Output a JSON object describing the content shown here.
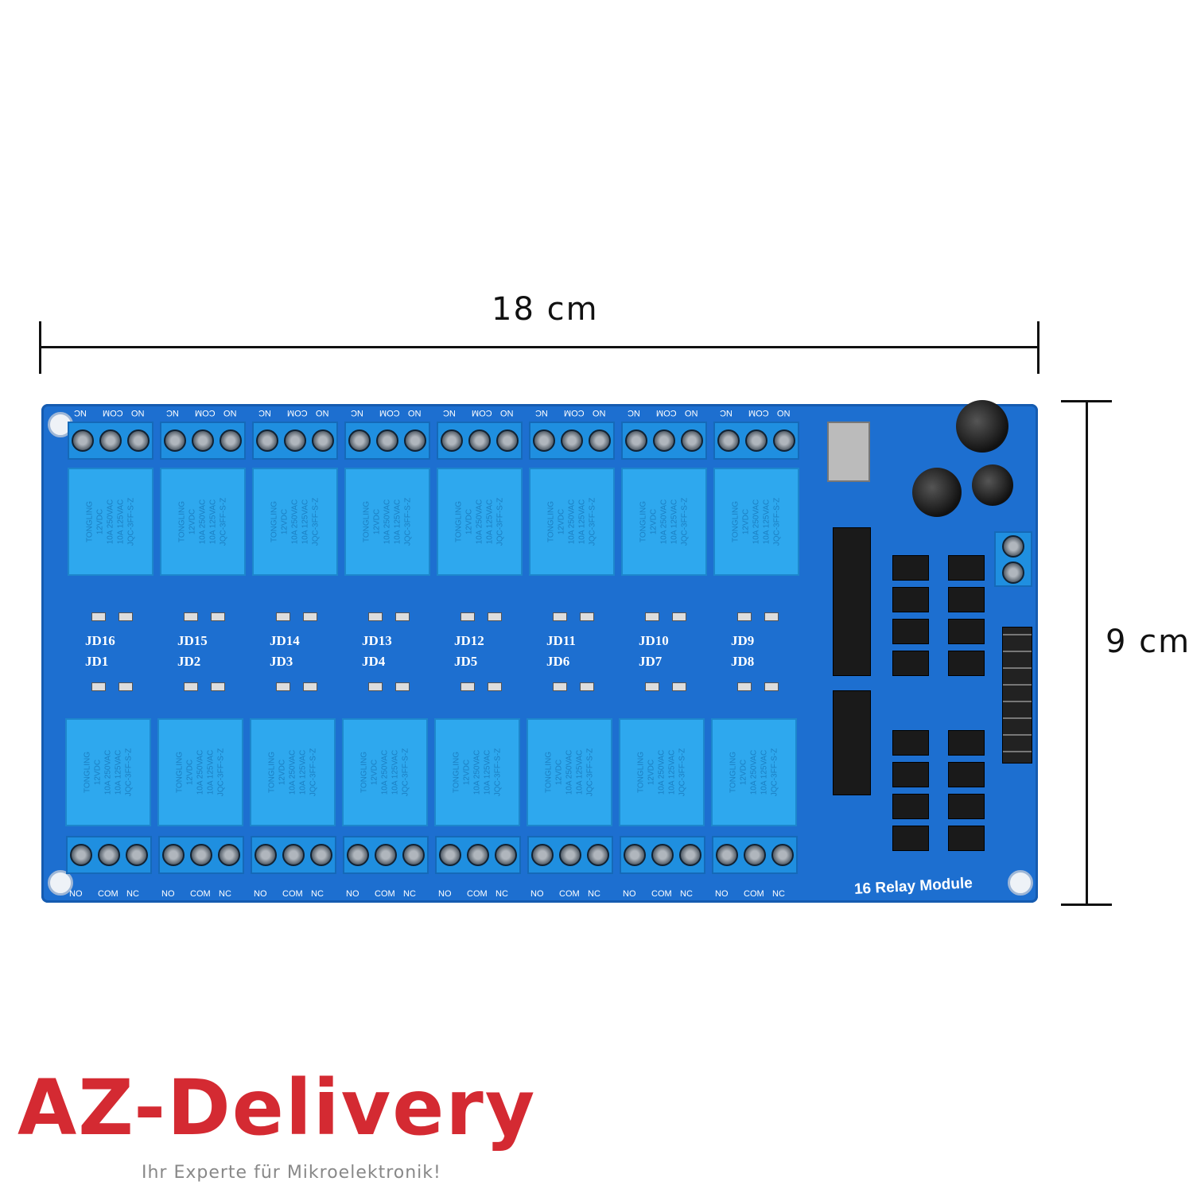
{
  "dimensions": {
    "width_label": "18 cm",
    "height_label": "9 cm"
  },
  "board": {
    "title": "16 Relay Module",
    "top_relays": [
      "JD16",
      "JD15",
      "JD14",
      "JD13",
      "JD12",
      "JD11",
      "JD10",
      "JD9"
    ],
    "bottom_relays": [
      "JD1",
      "JD2",
      "JD3",
      "JD4",
      "JD5",
      "JD6",
      "JD7",
      "JD8"
    ],
    "top_terminal_labels": [
      "NC",
      "COM",
      "NO"
    ],
    "bottom_terminal_labels": [
      "NO",
      "COM",
      "NC"
    ],
    "relay_text": [
      "TONGLING",
      "12VDC",
      "10A 250VAC",
      "10A 125VAC",
      "JQC-3FF-S-Z"
    ]
  },
  "logo": {
    "text": "AZ-Delivery",
    "slogan": "Ihr Experte für Mikroelektronik!",
    "color": "#d42a32"
  }
}
